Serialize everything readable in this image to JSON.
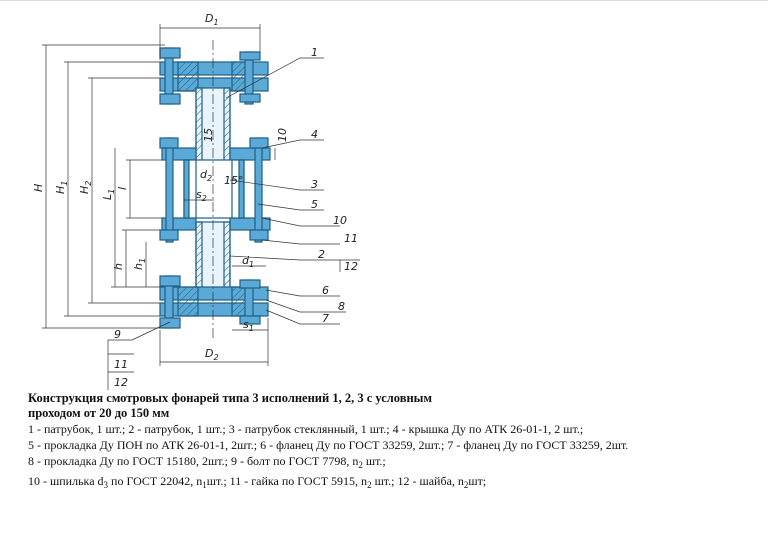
{
  "title": "Конструкция смотровых фонарей типа 3 исполнений 1, 2, 3 с условным проходом от 20 до 150 мм",
  "title_lines": [
    "Конструкция смотровых фонарей типа 3 исполнений 1, 2, 3 с условным",
    "проходом от 20 до 150 мм"
  ],
  "legend_lines": [
    "1 - патрубок, 1 шт.; 2 - патрубок, 1 шт.; 3 - патрубок стеклянный, 1 шт.; 4 - крышка Ду по АТК 26-01-1, 2 шт.;",
    "5 - прокладка Ду ПОН по АТК 26-01-1, 2шт.; 6 - фланец Ду по ГОСТ 33259, 2шт.; 7 - фланец Ду по ГОСТ 33259, 2шт.",
    "8 - прокладка Ду по ГОСТ 15180, 2шт.; 9 - болт по ГОСТ 7798, n",
    "10 - шпилька d"
  ],
  "legend_line3_sub": "2",
  "legend_line3_end": " шт.;",
  "legend_line4_sub": "3",
  "legend_line4_a": " по ГОСТ 22042, n",
  "legend_line4_sub2": "1",
  "legend_line4_b": "шт.; 11 - гайка по ГОСТ 5915, n",
  "legend_line4_sub3": "2",
  "legend_line4_c": " шт.; 12 - шайба, n",
  "legend_line4_sub4": "2",
  "legend_line4_d": "шт;",
  "dimensions": {
    "d1_top": "D",
    "d1_top_sub": "1",
    "d2_bottom": "D",
    "d2_bottom_sub": "2",
    "h": "H",
    "h1": "H",
    "h1_sub": "1",
    "h2": "H",
    "h2_sub": "2",
    "l1": "L",
    "l1_sub": "1",
    "l": "l",
    "hh": "h",
    "hh1": "h",
    "hh1_sub": "1",
    "s1": "s",
    "s1_sub": "1",
    "s2": "s",
    "s2_sub": "2",
    "d2": "d",
    "d2_sub": "2",
    "d1": "d",
    "d1_sub": "1",
    "val15": "15",
    "val15deg": "15°",
    "val10": "10"
  },
  "callouts": [
    "1",
    "4",
    "3",
    "5",
    "10",
    "11",
    "2",
    "12",
    "6",
    "8",
    "7",
    "9",
    "11",
    "12"
  ],
  "colors": {
    "part_fill": "#5aa9d6",
    "part_stroke": "#1f5f86",
    "line": "#333333"
  }
}
